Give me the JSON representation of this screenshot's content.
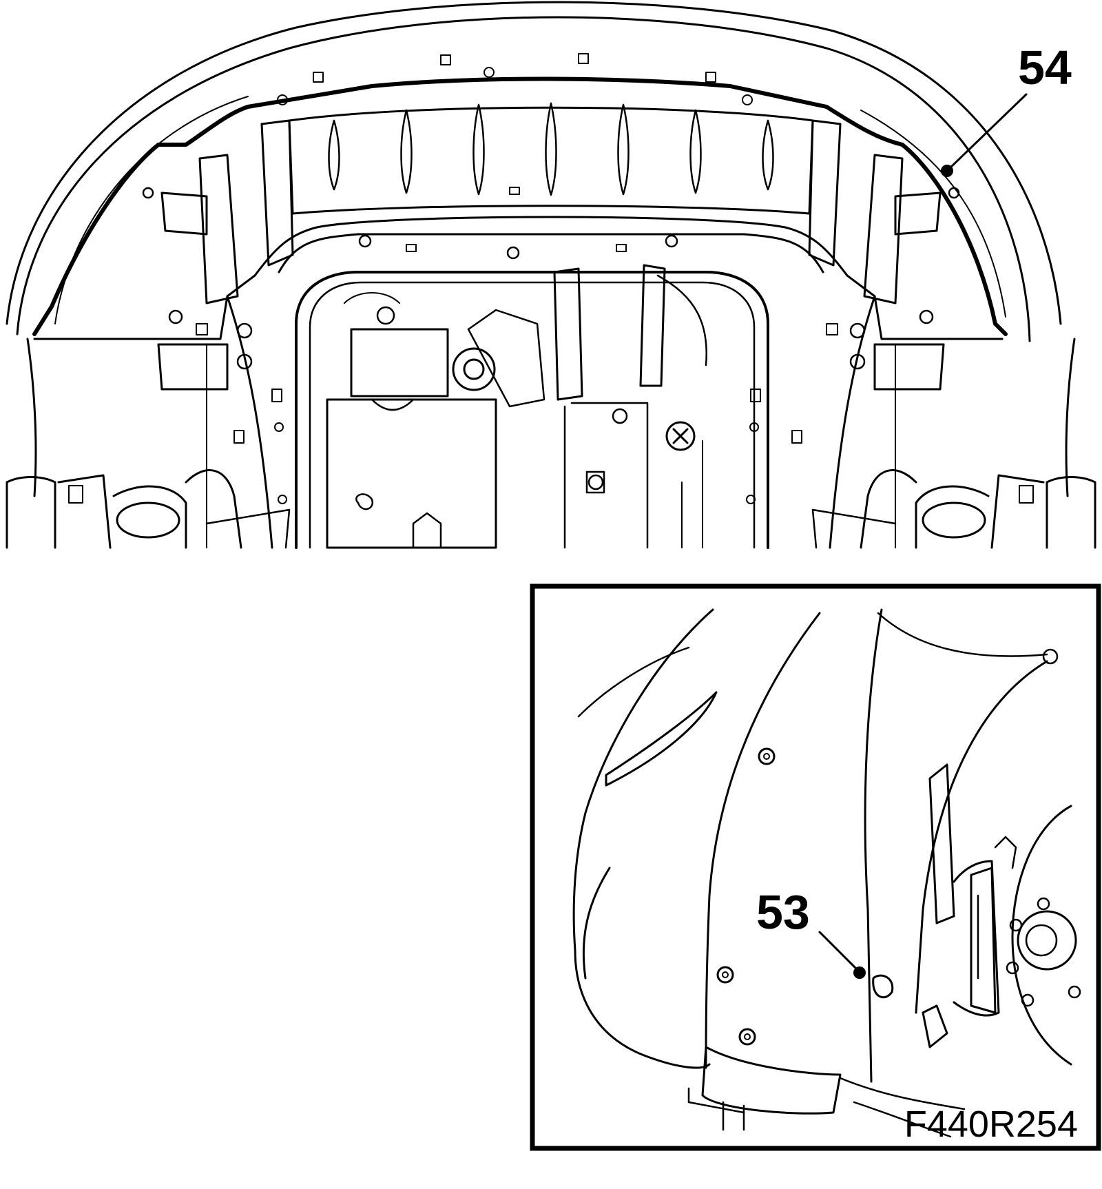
{
  "figure": {
    "callouts": [
      {
        "id": "callout-54",
        "label": "54"
      },
      {
        "id": "callout-53",
        "label": "53"
      }
    ],
    "figure_code": "F440R254"
  }
}
